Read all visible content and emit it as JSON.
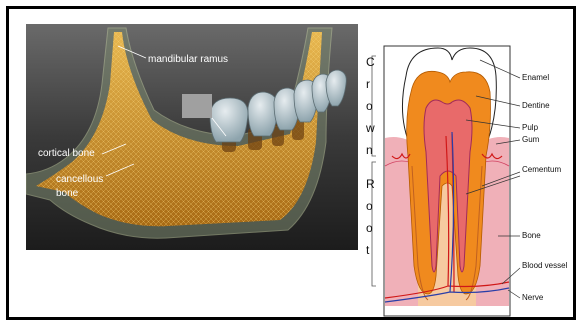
{
  "left_panel": {
    "labels": {
      "mandibular_ramus": "mandibular ramus",
      "cortical_bone": "cortical bone",
      "cancellous_bone_line1": "cancellous",
      "cancellous_bone_line2": "bone"
    }
  },
  "right_panel": {
    "side_labels": {
      "crown": [
        "C",
        "r",
        "o",
        "w",
        "n"
      ],
      "root": [
        "R",
        "o",
        "o",
        "t"
      ]
    },
    "labels": {
      "enamel": "Enamel",
      "dentine": "Dentine",
      "pulp": "Pulp",
      "gum": "Gum",
      "cementum": "Cementum",
      "bone": "Bone",
      "blood_vessel": "Blood vessel",
      "nerve": "Nerve"
    }
  },
  "colors": {
    "background_dark": "#2e2e2e",
    "bone_gold": "#d79a2a",
    "enamel_white": "#ffffff",
    "dentine_orange": "#f08a1e",
    "gum_pink": "#f0b0b8",
    "bone_peach": "#f6caa0",
    "vessel_red": "#d01818",
    "nerve_blue": "#2a3ea8"
  }
}
